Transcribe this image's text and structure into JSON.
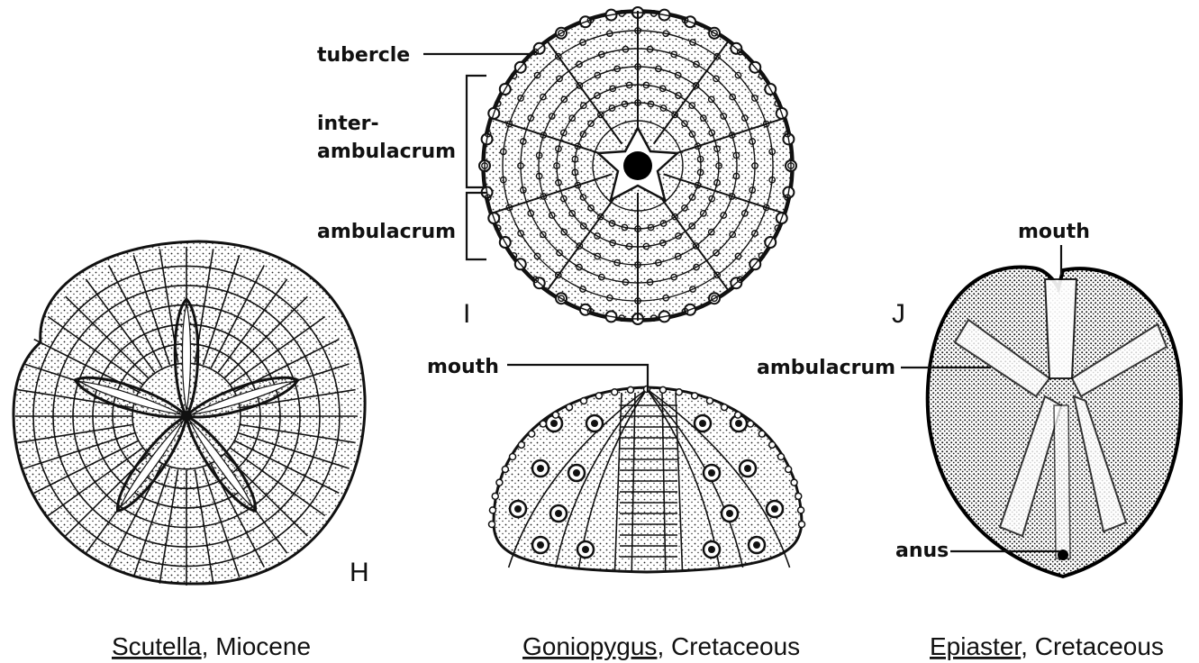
{
  "labels": {
    "tubercle": "tubercle",
    "interambulacrum_line1": "inter-",
    "interambulacrum_line2": "ambulacrum",
    "ambulacrum_I": "ambulacrum",
    "mouth_center": "mouth",
    "mouth_right": "mouth",
    "ambulacrum_right": "ambulacrum",
    "anus": "anus"
  },
  "figure_letters": {
    "H": "H",
    "I": "I",
    "J": "J"
  },
  "captions": [
    {
      "genus": "Scutella",
      "age": "Miocene"
    },
    {
      "genus": "Goniopygus",
      "age": "Cretaceous"
    },
    {
      "genus": "Epiaster",
      "age": "Cretaceous"
    }
  ],
  "caption_separator": ", ",
  "colors": {
    "ink": "#111111",
    "paper": "#ffffff"
  }
}
